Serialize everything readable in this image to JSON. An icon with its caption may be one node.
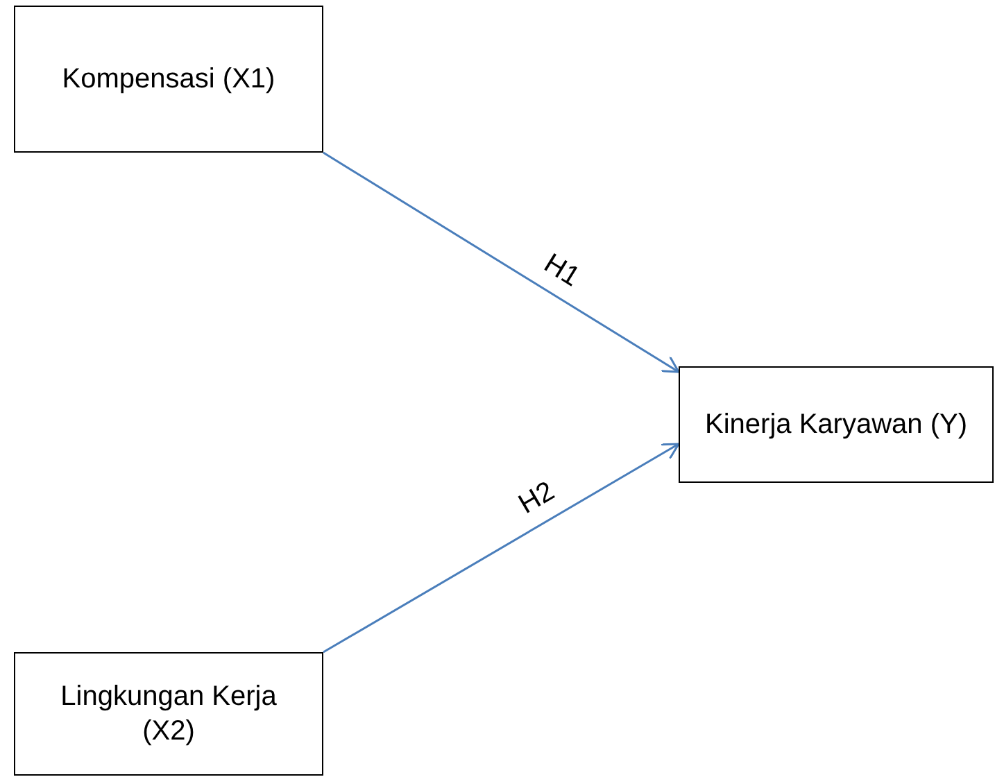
{
  "diagram": {
    "nodes": [
      {
        "text": [
          "Kompensasi (X1)"
        ]
      },
      {
        "text": [
          "Kinerja Karyawan (Y)"
        ]
      },
      {
        "text": [
          "Lingkungan Kerja (X2)"
        ]
      }
    ],
    "edges": [
      {
        "from": 0,
        "to": 1,
        "arrow": "to",
        "label": "H1"
      },
      {
        "from": 2,
        "to": 1,
        "arrow": "to",
        "label": "H2"
      }
    ]
  }
}
